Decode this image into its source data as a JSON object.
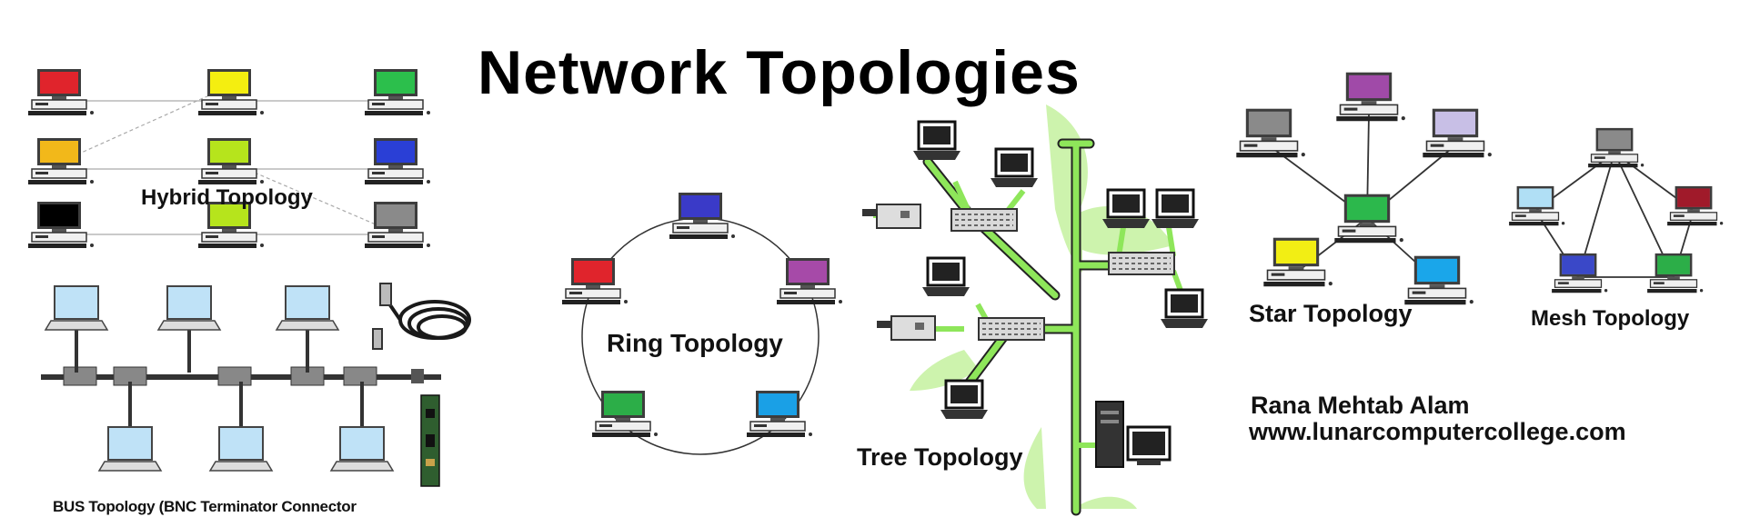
{
  "title": "Network Topologies",
  "labels": {
    "hybrid": "Hybrid Topology",
    "ring": "Ring Topology",
    "tree": "Tree Topology",
    "star": "Star Topology",
    "mesh": "Mesh Topology",
    "bus": "BUS Topology (BNC Terminator Connector"
  },
  "credit": {
    "name": "Rana Mehtab Alam",
    "website": "www.lunarcomputercollege.com"
  },
  "colors": {
    "tree_branch": "#8ee65a",
    "tree_leaf": "#c8f2a8",
    "switch": "#d9d9d9",
    "laptop_screen": "#bfe2f7"
  },
  "hybrid_screens": [
    "#e0242c",
    "#f4ee10",
    "#2cbf4c",
    "#f2b81a",
    "#b6e41c",
    "#2a3fd6",
    "#000000",
    "#b6e41c",
    "#8a8a8a"
  ],
  "ring_screens": [
    "#3a3ac8",
    "#a64aa8",
    "#1aa0e6",
    "#2cae48",
    "#e0242c"
  ],
  "star_screens": [
    "#8a8a8a",
    "#a04aa8",
    "#c8bfe6",
    "#f2ee14",
    "#1aa6ea",
    "#2cb84c"
  ],
  "mesh_screens": [
    "#8a8a8a",
    "#b0dff5",
    "#a01a2a",
    "#3a48c8",
    "#2cae48"
  ]
}
